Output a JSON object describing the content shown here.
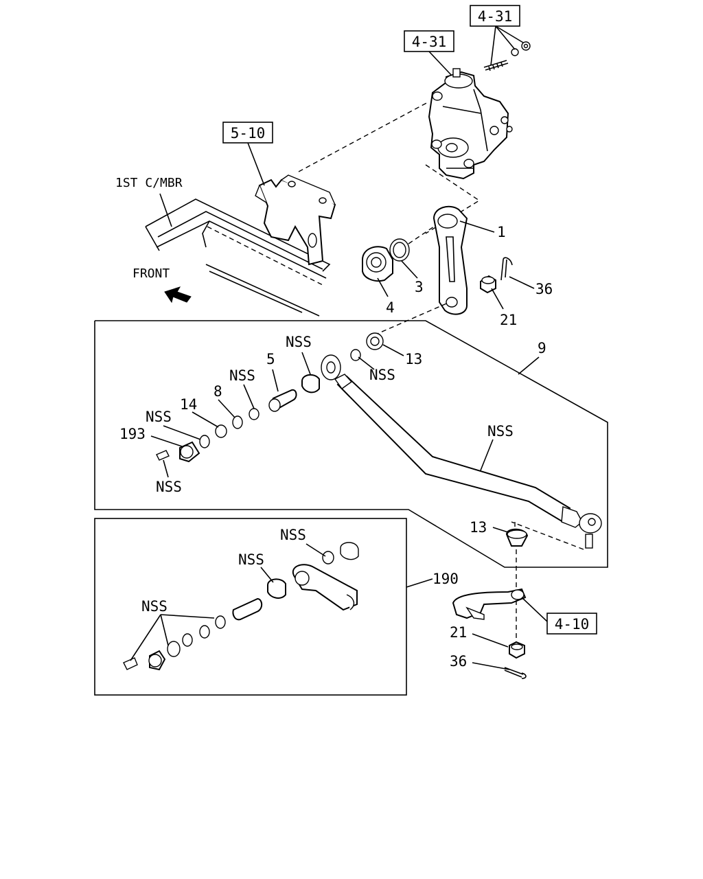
{
  "diagram": {
    "refs": {
      "ref_4_31_top": "4-31",
      "ref_4_31_gear": "4-31",
      "ref_5_10": "5-10",
      "ref_4_10": "4-10"
    },
    "texts": {
      "first_cmbr": "1ST C/MBR",
      "front": "FRONT"
    },
    "callouts": {
      "c1": "1",
      "c3": "3",
      "c4": "4",
      "c36a": "36",
      "c21a": "21",
      "c9": "9",
      "c13a": "13",
      "c_nss_a": "NSS",
      "c_nss_b": "NSS",
      "c5": "5",
      "c_nss_c": "NSS",
      "c8": "8",
      "c14": "14",
      "c_nss_d": "NSS",
      "c193": "193",
      "c_nss_e": "NSS",
      "c_nss_f": "NSS",
      "c13b": "13",
      "c_nss_g": "NSS",
      "c_nss_h": "NSS",
      "c190": "190",
      "c_nss_i": "NSS",
      "c21b": "21",
      "c36b": "36"
    }
  }
}
